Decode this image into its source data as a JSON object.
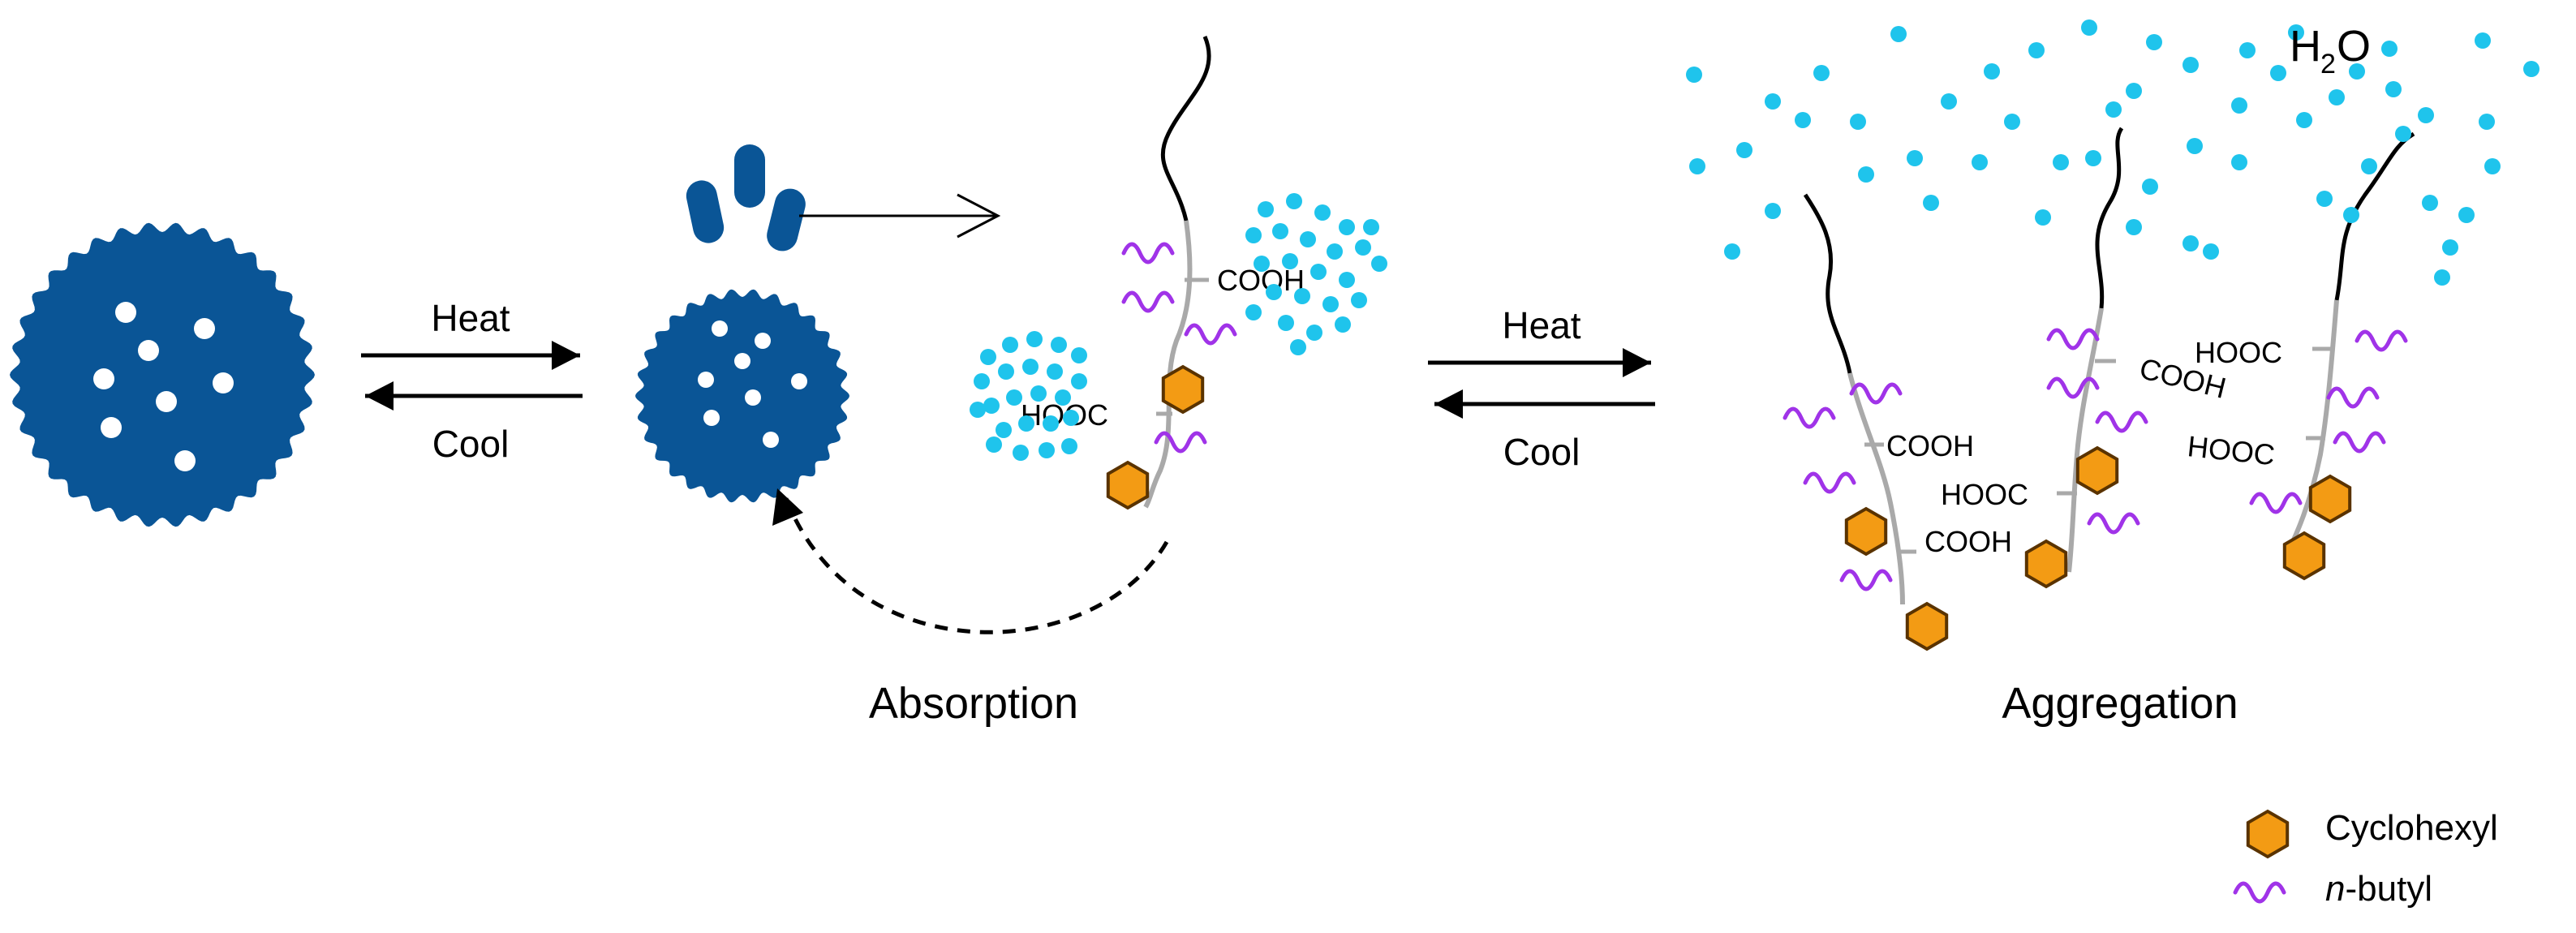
{
  "equilibrium_1": {
    "forward_label": "Heat",
    "reverse_label": "Cool"
  },
  "equilibrium_2": {
    "forward_label": "Heat",
    "reverse_label": "Cool"
  },
  "absorption_label": "Absorption",
  "aggregation_label": "Aggregation",
  "solvent_label": {
    "main": "H",
    "sub": "2",
    "end": "O"
  },
  "groups": {
    "cooh": "COOH",
    "hooc": "HOOC"
  },
  "legend": {
    "cyclohexyl": "Cyclohexyl",
    "butyl_prefix": "n",
    "butyl_suffix": "-butyl"
  },
  "colors": {
    "particle": "#0a5596",
    "water": "#1fc4ec",
    "cyclohexyl_fill": "#f39b14",
    "cyclohexyl_stroke": "#5a3300",
    "butyl": "#a033e8",
    "backbone": "#a9a9a9",
    "chain": "#000000"
  }
}
